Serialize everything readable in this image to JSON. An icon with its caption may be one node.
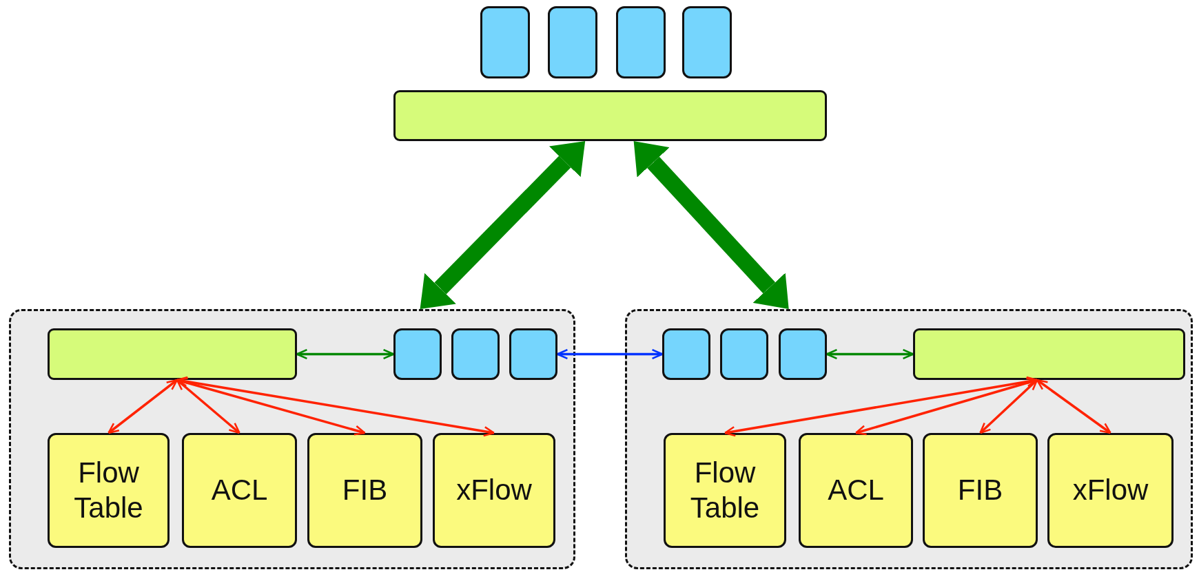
{
  "diagram": {
    "nodes": [
      {
        "text": [],
        "shape": "box"
      },
      {
        "text": [],
        "shape": "box"
      },
      {
        "text": [],
        "shape": "box"
      },
      {
        "text": [],
        "shape": "box"
      },
      {
        "text": [],
        "shape": "bar"
      },
      {
        "text": [],
        "shape": "box"
      },
      {
        "text": [],
        "shape": "bar",
        "in": 5
      },
      {
        "text": [],
        "shape": "box",
        "in": 5
      },
      {
        "text": [],
        "shape": "box",
        "in": 5
      },
      {
        "text": [],
        "shape": "box",
        "in": 5
      },
      {
        "text": [
          "Flow Table"
        ],
        "in": 5
      },
      {
        "text": [
          "ACL"
        ],
        "in": 5
      },
      {
        "text": [
          "FIB"
        ],
        "in": 5
      },
      {
        "text": [
          "xFlow"
        ],
        "in": 5
      },
      {
        "text": [],
        "shape": "box"
      },
      {
        "text": [],
        "shape": "box",
        "in": 14
      },
      {
        "text": [],
        "shape": "box",
        "in": 14
      },
      {
        "text": [],
        "shape": "box",
        "in": 14
      },
      {
        "text": [],
        "shape": "bar",
        "in": 14
      },
      {
        "text": [
          "Flow Table"
        ],
        "in": 14
      },
      {
        "text": [
          "ACL"
        ],
        "in": 14
      },
      {
        "text": [
          "FIB"
        ],
        "in": 14
      },
      {
        "text": [
          "xFlow"
        ],
        "in": 14
      }
    ],
    "edges": [
      {
        "from": 4,
        "to": 5,
        "arrow": "both",
        "style": "thick",
        "color": "#008800"
      },
      {
        "from": 4,
        "to": 14,
        "arrow": "both",
        "style": "thick",
        "color": "#008800"
      },
      {
        "from": 6,
        "to": 7,
        "arrow": "both",
        "color": "#008800"
      },
      {
        "from": 9,
        "to": 15,
        "arrow": "both",
        "color": "#0033ff"
      },
      {
        "from": 17,
        "to": 18,
        "arrow": "both",
        "color": "#008800"
      },
      {
        "from": 6,
        "to": 10,
        "arrow": "both"
      },
      {
        "from": 6,
        "to": 11,
        "arrow": "both"
      },
      {
        "from": 6,
        "to": 12,
        "arrow": "both"
      },
      {
        "from": 6,
        "to": 13,
        "arrow": "both"
      },
      {
        "from": 18,
        "to": 19,
        "arrow": "both"
      },
      {
        "from": 18,
        "to": 20,
        "arrow": "both"
      },
      {
        "from": 18,
        "to": 21,
        "arrow": "both"
      },
      {
        "from": 18,
        "to": 22,
        "arrow": "both"
      }
    ]
  }
}
